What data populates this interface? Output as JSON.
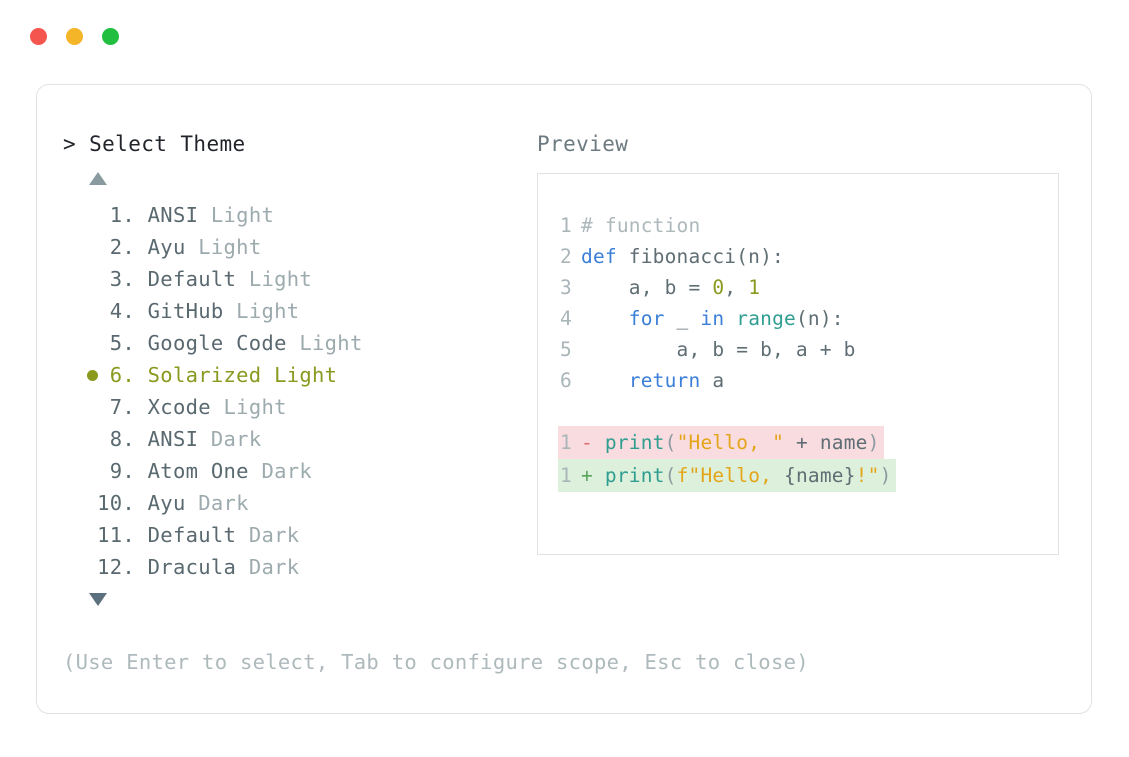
{
  "window": {
    "dots": [
      {
        "name": "close",
        "color": "#f4554f"
      },
      {
        "name": "minimize",
        "color": "#f5b528"
      },
      {
        "name": "zoom",
        "color": "#21be3f"
      }
    ]
  },
  "left_panel": {
    "prompt": "> Select Theme",
    "scroll_up_icon": "triangle-up-icon",
    "scroll_down_icon": "triangle-down-icon",
    "selected_index": 6,
    "themes": [
      {
        "index": "1.",
        "name": "ANSI",
        "variant": "Light",
        "selected": false
      },
      {
        "index": "2.",
        "name": "Ayu",
        "variant": "Light",
        "selected": false
      },
      {
        "index": "3.",
        "name": "Default",
        "variant": "Light",
        "selected": false
      },
      {
        "index": "4.",
        "name": "GitHub",
        "variant": "Light",
        "selected": false
      },
      {
        "index": "5.",
        "name": "Google Code",
        "variant": "Light",
        "selected": false
      },
      {
        "index": "6.",
        "name": "Solarized",
        "variant": "Light",
        "selected": true
      },
      {
        "index": "7.",
        "name": "Xcode",
        "variant": "Light",
        "selected": false
      },
      {
        "index": "8.",
        "name": "ANSI",
        "variant": "Dark",
        "selected": false
      },
      {
        "index": "9.",
        "name": "Atom One",
        "variant": "Dark",
        "selected": false
      },
      {
        "index": "10.",
        "name": "Ayu",
        "variant": "Dark",
        "selected": false
      },
      {
        "index": "11.",
        "name": "Default",
        "variant": "Dark",
        "selected": false
      },
      {
        "index": "12.",
        "name": "Dracula",
        "variant": "Dark",
        "selected": false
      }
    ]
  },
  "right_panel": {
    "label": "Preview",
    "code_lines": [
      {
        "no": "1",
        "tokens": [
          {
            "t": "# function",
            "c": "cmt"
          }
        ]
      },
      {
        "no": "2",
        "tokens": [
          {
            "t": "def ",
            "c": "kw"
          },
          {
            "t": "fibonacci(n):",
            "c": "plain"
          }
        ]
      },
      {
        "no": "3",
        "tokens": [
          {
            "t": "    a, b = ",
            "c": "plain"
          },
          {
            "t": "0",
            "c": "num"
          },
          {
            "t": ", ",
            "c": "plain"
          },
          {
            "t": "1",
            "c": "num"
          }
        ]
      },
      {
        "no": "4",
        "tokens": [
          {
            "t": "    ",
            "c": "plain"
          },
          {
            "t": "for",
            "c": "kw"
          },
          {
            "t": " _ ",
            "c": "plain"
          },
          {
            "t": "in",
            "c": "kw"
          },
          {
            "t": " ",
            "c": "plain"
          },
          {
            "t": "range",
            "c": "fn"
          },
          {
            "t": "(n):",
            "c": "plain"
          }
        ]
      },
      {
        "no": "5",
        "tokens": [
          {
            "t": "        a, b = b, a + b",
            "c": "plain"
          }
        ]
      },
      {
        "no": "6",
        "tokens": [
          {
            "t": "    ",
            "c": "plain"
          },
          {
            "t": "return",
            "c": "kw"
          },
          {
            "t": " a",
            "c": "plain"
          }
        ]
      }
    ],
    "diff_lines": [
      {
        "no": "1",
        "kind": "minus",
        "sign": "-",
        "tokens": [
          {
            "t": "print",
            "c": "fn"
          },
          {
            "t": "(",
            "c": "punc"
          },
          {
            "t": "\"Hello, \"",
            "c": "str"
          },
          {
            "t": " + ",
            "c": "plain"
          },
          {
            "t": "name",
            "c": "plain"
          },
          {
            "t": ")",
            "c": "punc"
          }
        ]
      },
      {
        "no": "1",
        "kind": "plus",
        "sign": "+",
        "tokens": [
          {
            "t": "print",
            "c": "fn"
          },
          {
            "t": "(",
            "c": "punc"
          },
          {
            "t": "f\"Hello, ",
            "c": "str"
          },
          {
            "t": "{name}",
            "c": "plain"
          },
          {
            "t": "!\"",
            "c": "str"
          },
          {
            "t": ")",
            "c": "punc"
          }
        ]
      }
    ]
  },
  "footer": {
    "hint": "(Use Enter to select, Tab to configure scope, Esc to close)"
  }
}
